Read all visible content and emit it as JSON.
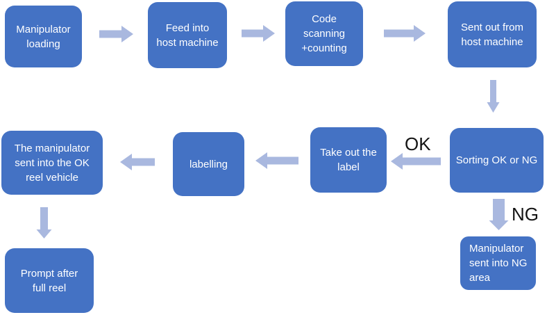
{
  "colors": {
    "canvas-bg": "#FFFFFF",
    "node-fill": "#4472C4",
    "node-text": "#FFFFFF",
    "arrow-fill": "#A9B8DF",
    "branch-label": "#141414"
  },
  "diagram": {
    "type": "flowchart",
    "nodes": [
      {
        "id": "manipulator-loading",
        "label": "Manipulator loading"
      },
      {
        "id": "feed-into-host-machine",
        "label": "Feed into host machine"
      },
      {
        "id": "code-scanning-counting",
        "label": "Code scanning +counting"
      },
      {
        "id": "sent-out-from-host-machine",
        "label": "Sent out from host machine"
      },
      {
        "id": "sorting-ok-or-ng",
        "label": "Sorting OK or NG"
      },
      {
        "id": "take-out-the-label",
        "label": "Take out the label"
      },
      {
        "id": "labelling",
        "label": "labelling"
      },
      {
        "id": "manipulator-into-ok-reel",
        "label": "The manipulator sent into the OK reel vehicle"
      },
      {
        "id": "prompt-after-full-reel",
        "label": "Prompt after full reel"
      },
      {
        "id": "manipulator-into-ng-area",
        "label": "Manipulator sent into NG area"
      }
    ],
    "edges": [
      {
        "from": "manipulator-loading",
        "to": "feed-into-host-machine",
        "label": ""
      },
      {
        "from": "feed-into-host-machine",
        "to": "code-scanning-counting",
        "label": ""
      },
      {
        "from": "code-scanning-counting",
        "to": "sent-out-from-host-machine",
        "label": ""
      },
      {
        "from": "sent-out-from-host-machine",
        "to": "sorting-ok-or-ng",
        "label": ""
      },
      {
        "from": "sorting-ok-or-ng",
        "to": "take-out-the-label",
        "label": "OK"
      },
      {
        "from": "take-out-the-label",
        "to": "labelling",
        "label": ""
      },
      {
        "from": "labelling",
        "to": "manipulator-into-ok-reel",
        "label": ""
      },
      {
        "from": "manipulator-into-ok-reel",
        "to": "prompt-after-full-reel",
        "label": ""
      },
      {
        "from": "sorting-ok-or-ng",
        "to": "manipulator-into-ng-area",
        "label": "NG"
      }
    ]
  }
}
